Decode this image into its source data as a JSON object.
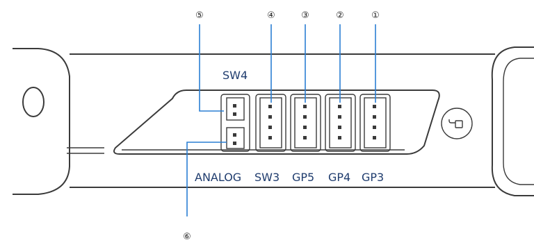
{
  "connectors": {
    "sw4": {
      "label": "SW4",
      "callout": "⑤"
    },
    "analog": {
      "label": "ANALOG",
      "callout": "⑥"
    },
    "sw3": {
      "label": "SW3",
      "callout": "④"
    },
    "gp5": {
      "label": "GP5",
      "callout": "③"
    },
    "gp4": {
      "label": "GP4",
      "callout": "②"
    },
    "gp3": {
      "label": "GP3",
      "callout": "①"
    }
  },
  "colors": {
    "label_text": "#1f3c6e",
    "leader_line": "#2a7fd4",
    "outline": "#3a3a3a"
  },
  "icons": {
    "lock": "lock-icon"
  }
}
